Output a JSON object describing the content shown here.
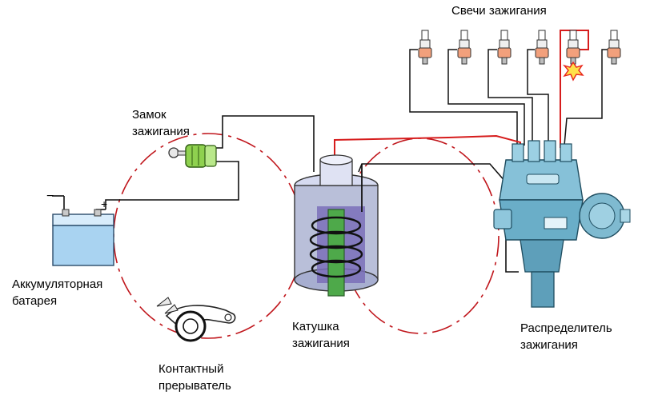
{
  "labels": {
    "spark_plugs": "Свечи зажигания",
    "ignition_lock": "Замок\nзажигания",
    "battery": "Аккумуляторная\nбатарея",
    "breaker": "Контактный\nпрерыватель",
    "coil": "Катушка\nзажигания",
    "distributor": "Распределитель\nзажигания"
  },
  "battery_terminals": {
    "negative": "−",
    "positive": "+"
  },
  "colors": {
    "wire": "#111111",
    "hv_wire": "#d61c1c",
    "current_path": "#c0161c",
    "battery_body": "#a9d3f1",
    "coil_body": "#b9bfd9",
    "coil_core": "#7a6fb8",
    "distributor_body": "#86c1d8",
    "lock_body": "#8fd14f",
    "spark_plug_body": "#f2a07c",
    "spark": "#e8231c"
  },
  "spark_plugs": {
    "count": 6,
    "firing_plug": 5
  }
}
